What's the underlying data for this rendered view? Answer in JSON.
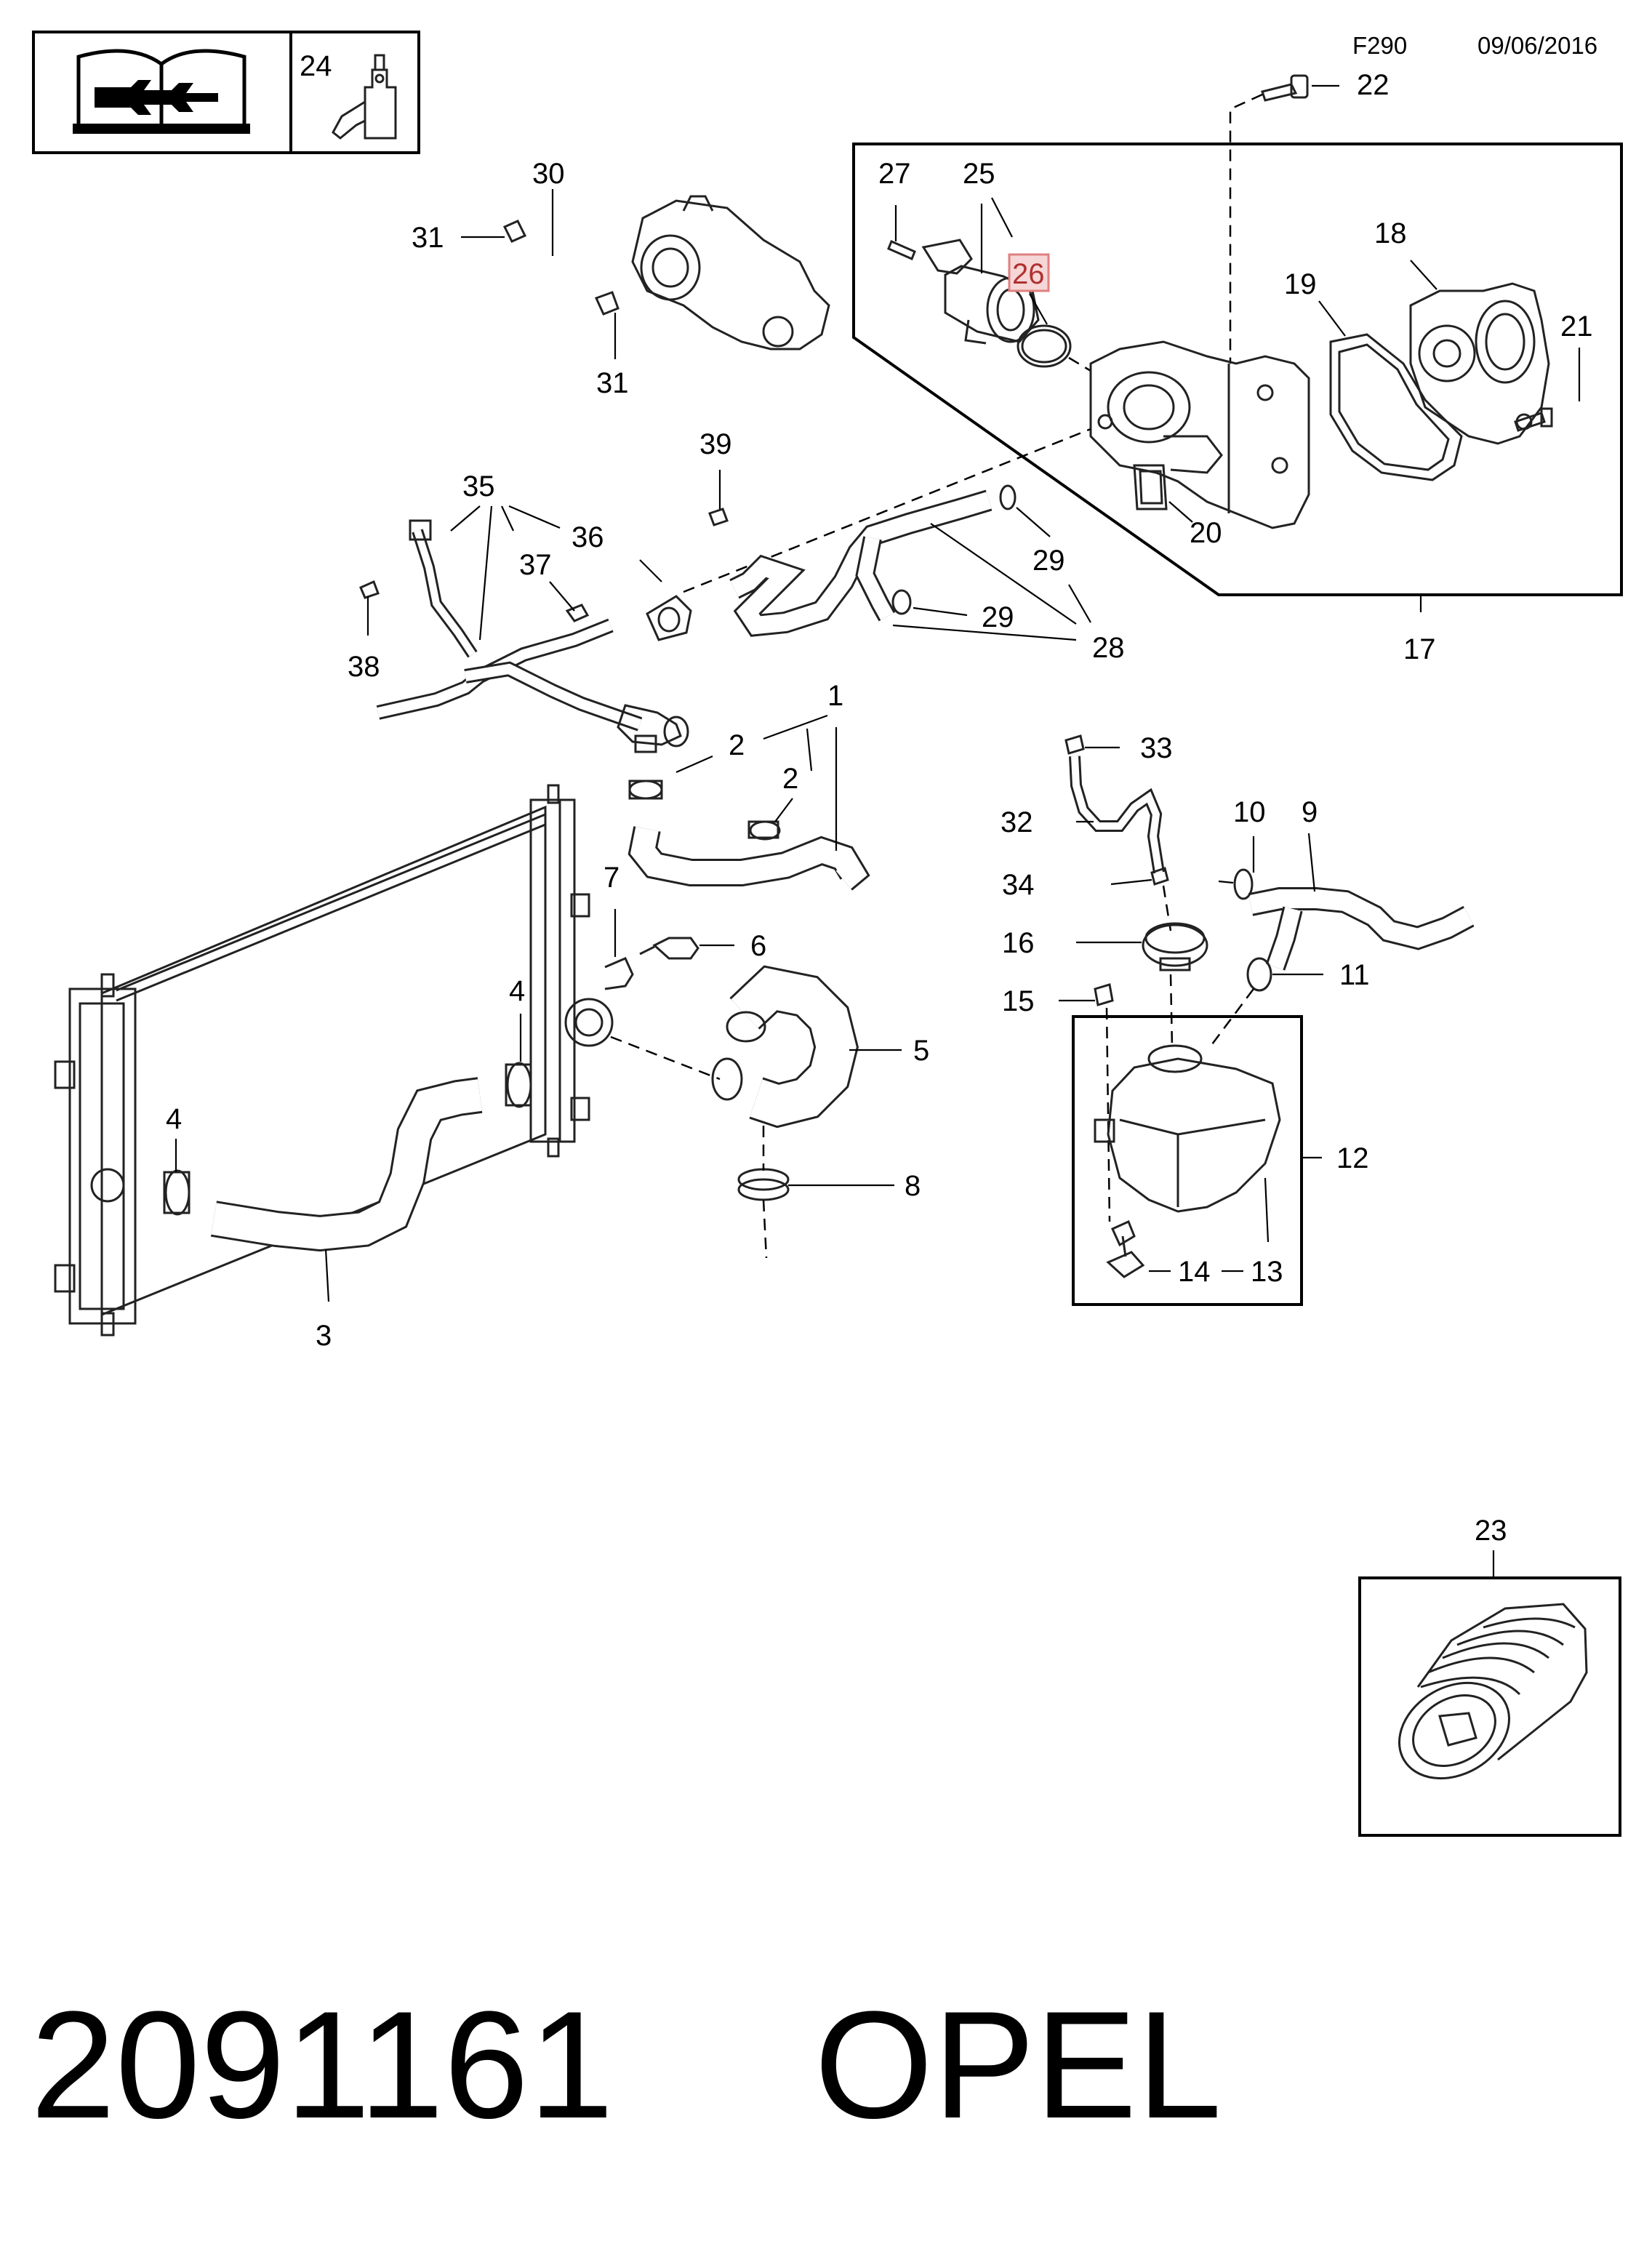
{
  "header": {
    "diagram_code": "F290",
    "date": "09/06/2016"
  },
  "footer": {
    "part_number": "2091161",
    "brand": "OPEL"
  },
  "highlight": {
    "part": "26",
    "color": "#f6d6d6",
    "border": "#e08080"
  },
  "callouts": {
    "c1": "1",
    "c2": "2",
    "c3": "3",
    "c4": "4",
    "c5": "5",
    "c6": "6",
    "c7": "7",
    "c8": "8",
    "c9": "9",
    "c10": "10",
    "c11": "11",
    "c12": "12",
    "c13": "13",
    "c14": "14",
    "c15": "15",
    "c16": "16",
    "c17": "17",
    "c18": "18",
    "c19": "19",
    "c20": "20",
    "c21": "21",
    "c22": "22",
    "c23": "23",
    "c24": "24",
    "c25": "25",
    "c26": "26",
    "c27": "27",
    "c28": "28",
    "c29": "29",
    "c30": "30",
    "c31": "31",
    "c32": "32",
    "c33": "33",
    "c34": "34",
    "c35": "35",
    "c36": "36",
    "c37": "37",
    "c38": "38",
    "c39": "39"
  }
}
